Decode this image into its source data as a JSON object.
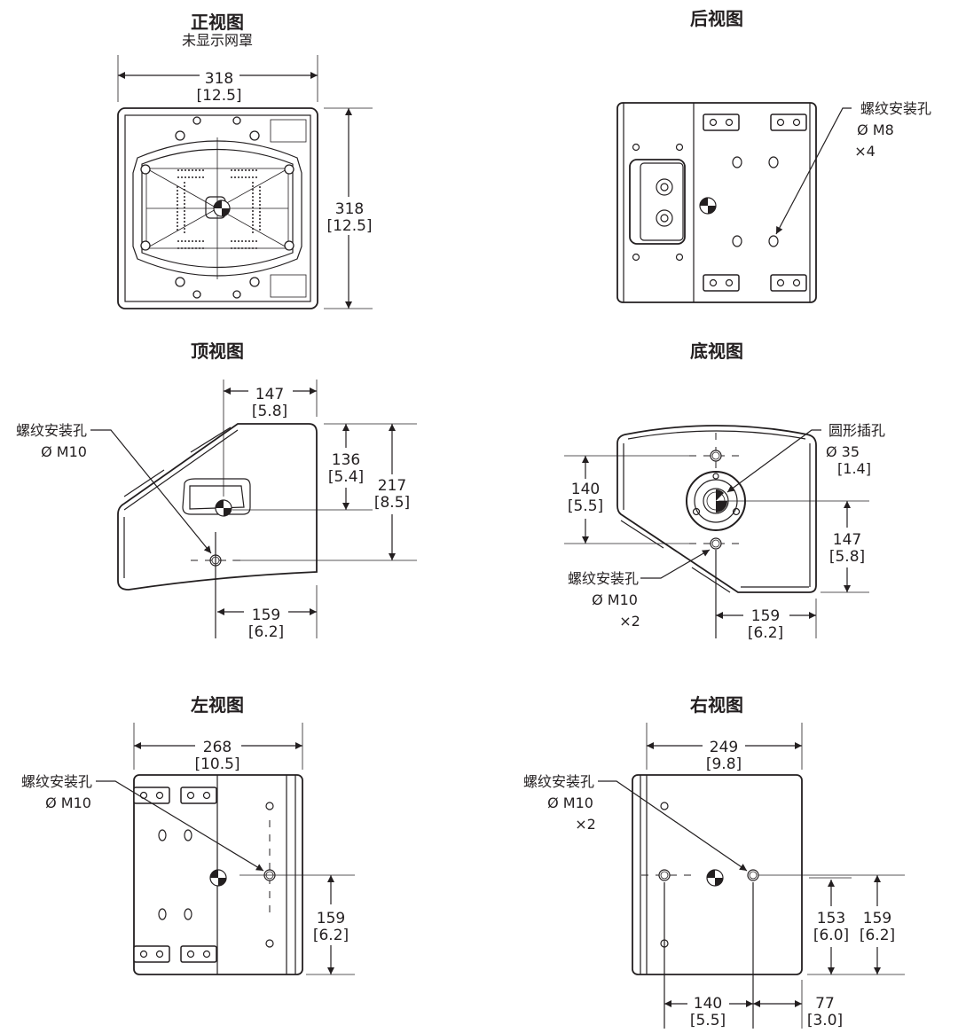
{
  "front": {
    "title": "正视图",
    "subtitle": "未显示网罩",
    "width_mm": "318",
    "width_in": "[12.5]",
    "height_mm": "318",
    "height_in": "[12.5]"
  },
  "back": {
    "title": "后视图",
    "hole_label": "螺纹安装孔",
    "hole_size": "Ø M8",
    "hole_count": "×4"
  },
  "top": {
    "title": "顶视图",
    "hole_label": "螺纹安装孔",
    "hole_size": "Ø M10",
    "d1_mm": "147",
    "d1_in": "[5.8]",
    "d2_mm": "136",
    "d2_in": "[5.4]",
    "d3_mm": "217",
    "d3_in": "[8.5]",
    "d4_mm": "159",
    "d4_in": "[6.2]"
  },
  "bottom": {
    "title": "底视图",
    "socket_label": "圆形插孔",
    "socket_size": "Ø 35",
    "socket_in": "[1.4]",
    "hole_label": "螺纹安装孔",
    "hole_size": "Ø M10",
    "hole_count": "×2",
    "d1_mm": "140",
    "d1_in": "[5.5]",
    "d2_mm": "147",
    "d2_in": "[5.8]",
    "d3_mm": "159",
    "d3_in": "[6.2]"
  },
  "left": {
    "title": "左视图",
    "hole_label": "螺纹安装孔",
    "hole_size": "Ø M10",
    "width_mm": "268",
    "width_in": "[10.5]",
    "d1_mm": "159",
    "d1_in": "[6.2]"
  },
  "right": {
    "title": "右视图",
    "hole_label": "螺纹安装孔",
    "hole_size": "Ø M10",
    "hole_count": "×2",
    "width_mm": "249",
    "width_in": "[9.8]",
    "d1_mm": "153",
    "d1_in": "[6.0]",
    "d2_mm": "159",
    "d2_in": "[6.2]",
    "d3_mm": "140",
    "d3_in": "[5.5]",
    "d4_mm": "77",
    "d4_in": "[3.0]"
  }
}
